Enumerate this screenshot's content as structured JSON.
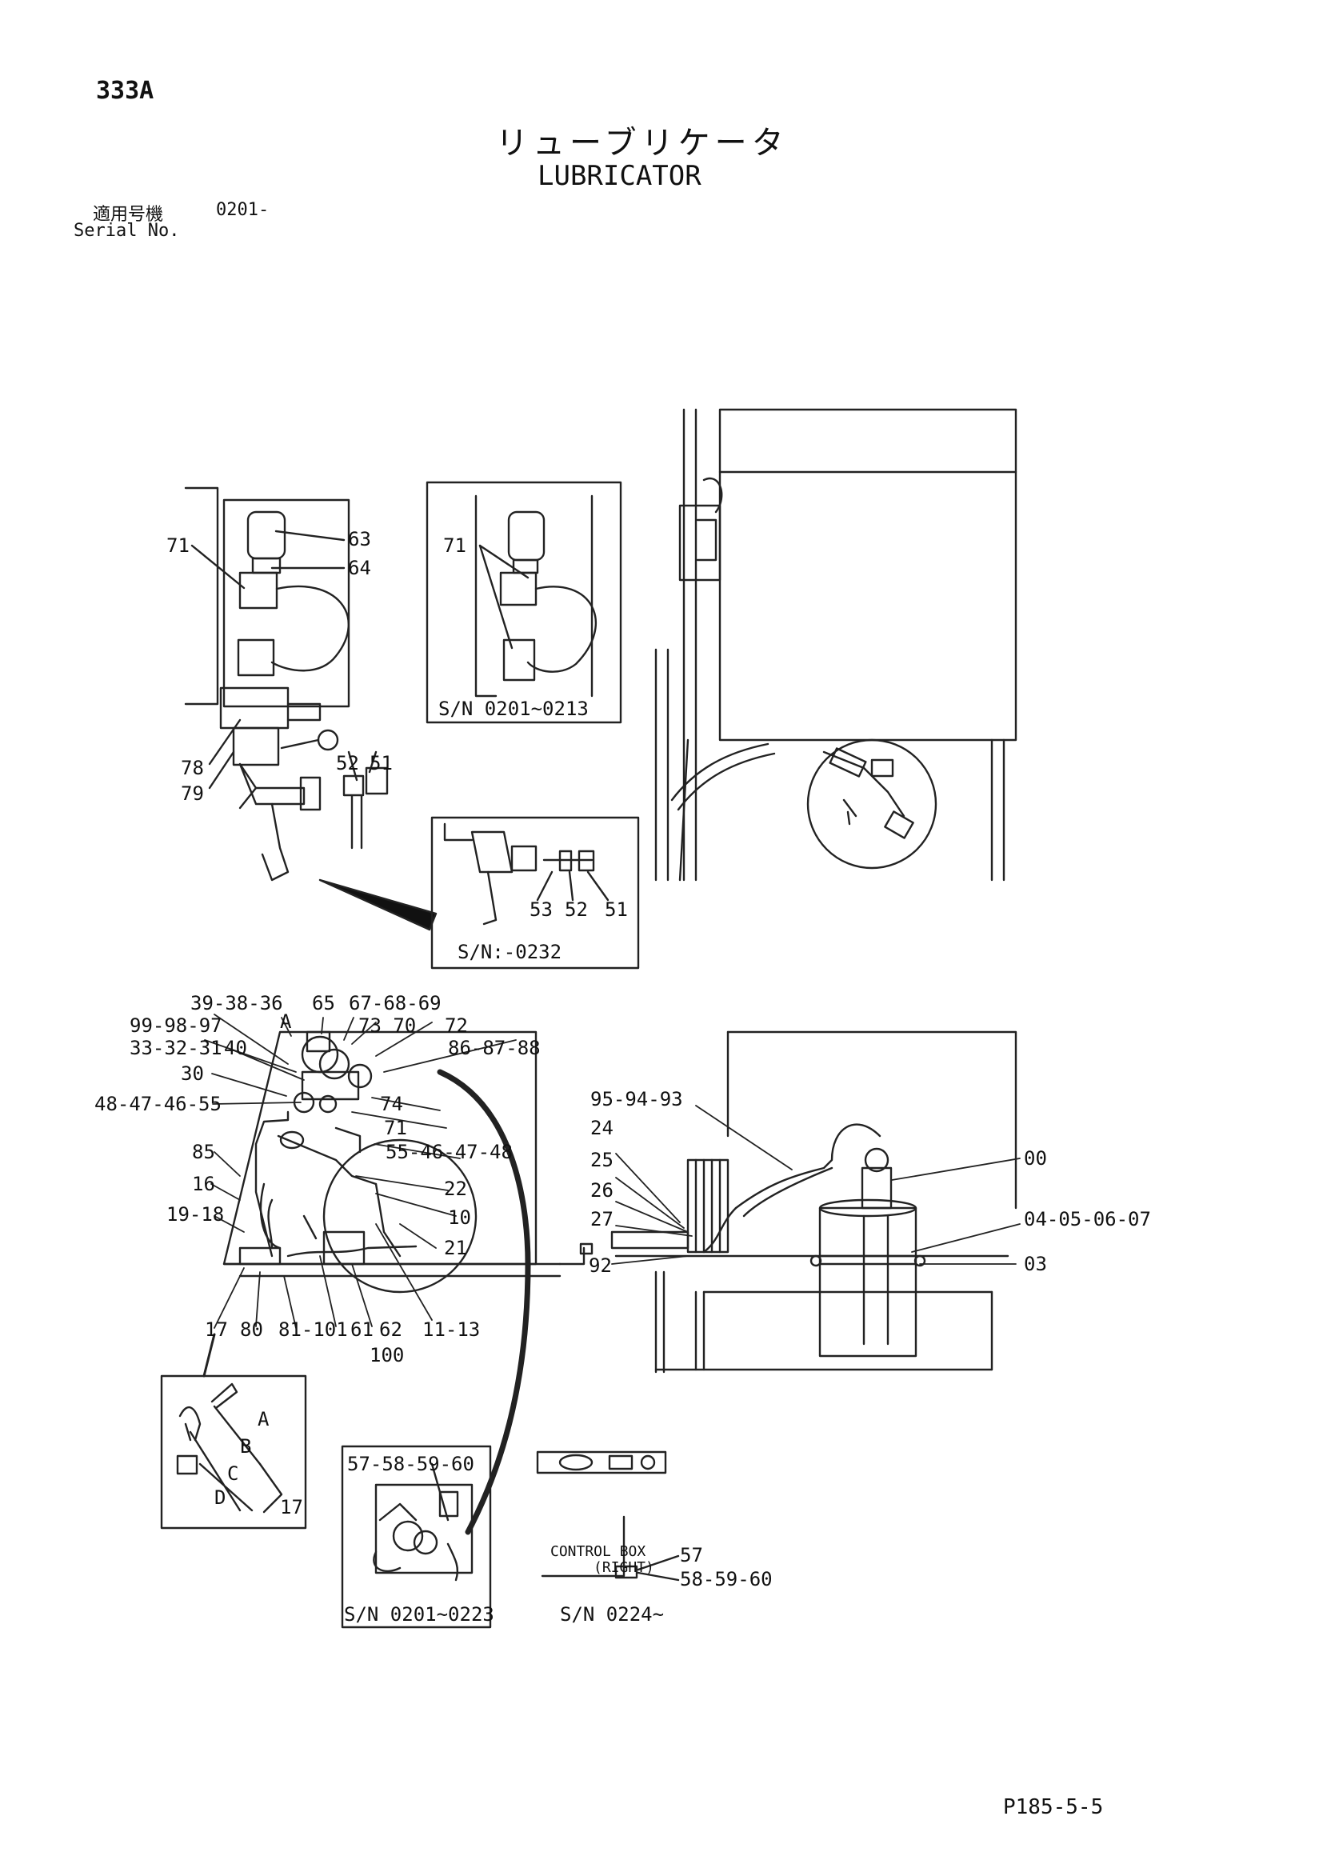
{
  "header": {
    "page_number": "333A",
    "title_jp": "リューブリケータ",
    "title_en": "LUBRICATOR",
    "serial_label_jp": "適用号機",
    "serial_value": "0201-",
    "serial_label_en": "Serial No."
  },
  "callouts": {
    "c63": "63",
    "c64": "64",
    "c71a": "71",
    "c78": "78",
    "c79": "79",
    "c52": "52",
    "c51": "51",
    "c71b": "71",
    "c53s": "53",
    "c52s": "52",
    "c51s": "51",
    "c39": "39-38-36",
    "c65": "65",
    "c67": "67-68-69",
    "cA": "A",
    "c99": "99-98-97",
    "c7370": "73 70",
    "c72": "72",
    "c33": "33-32-31",
    "c40": "40",
    "c86": "86-87-88",
    "c30": "30",
    "c48": "48-47-46-55",
    "c74": "74",
    "c71c": "71",
    "c85": "85",
    "c55": "55-46-47-48",
    "c16": "16",
    "c22": "22",
    "c19": "19-18",
    "c10": "10",
    "c21": "21",
    "c17": "17",
    "c80": "80",
    "c81": "81-101",
    "c61": "61",
    "c62": "62",
    "c100": "100",
    "c1113": "11-13",
    "c95": "95-94-93",
    "c24": "24",
    "c25": "25",
    "c26": "26",
    "c27": "27",
    "c92": "92",
    "c00": "00",
    "c04": "04-05-06-07",
    "c03": "03",
    "dA": "A",
    "dB": "B",
    "dC": "C",
    "dD": "D",
    "d17": "17",
    "c57a": "57-58-59-60",
    "c57b": "57",
    "c58": "58-59-60"
  },
  "insets": {
    "sn_0201_0213": "S/N 0201~0213",
    "sn_0232": "S/N:-0232",
    "sn_0201_0223": "S/N 0201~0223",
    "sn_0224": "S/N 0224~",
    "control_box": "CONTROL BOX",
    "control_box_side": "(RIGHT)"
  },
  "footer": {
    "ref": "P185-5-5"
  }
}
